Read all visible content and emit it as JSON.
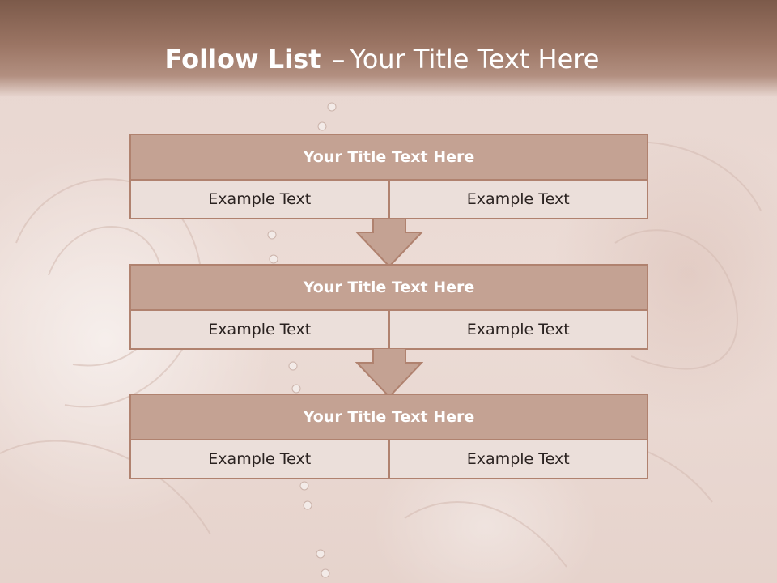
{
  "slide": {
    "title_bold": "Follow List",
    "title_dash": "–",
    "title_rest": "Your Title Text Here"
  },
  "colors": {
    "header_dark": "#7c5a4a",
    "box_title_fill": "#c4a293",
    "box_border": "#b0826f",
    "box_cell_fill": "#ebdfda",
    "title_text": "#ffffff",
    "cell_text": "#2a2220"
  },
  "steps": [
    {
      "title": "Your Title Text Here",
      "left": "Example Text",
      "right": "Example Text"
    },
    {
      "title": "Your Title Text Here",
      "left": "Example Text",
      "right": "Example Text"
    },
    {
      "title": "Your Title Text Here",
      "left": "Example Text",
      "right": "Example Text"
    }
  ],
  "connectors": [
    "down-arrow",
    "down-arrow"
  ]
}
